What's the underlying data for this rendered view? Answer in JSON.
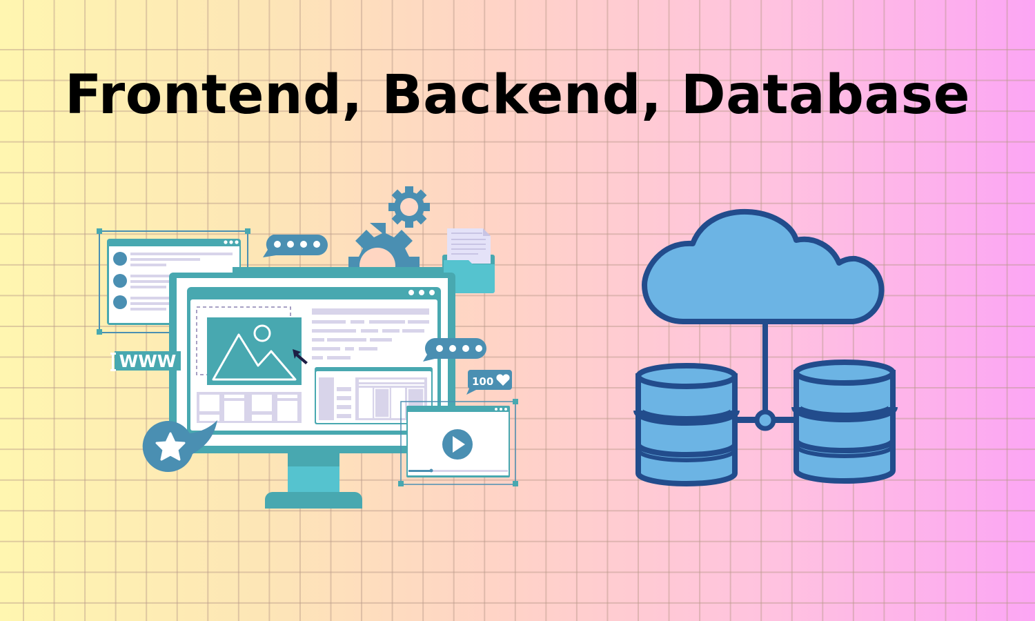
{
  "title": "Frontend, Backend, Database",
  "colors": {
    "gradient": [
      "#fff6b0",
      "#fde6b6",
      "#ffd2c8",
      "#ffc2e0",
      "#fca6f4"
    ],
    "grid_line": "#c9a9a0",
    "teal": "#48a8b0",
    "teal_light": "#55c3cf",
    "steel_blue": "#4a8fb2",
    "lavender": "#d8d4ea",
    "navy": "#224c8c",
    "sky": "#6cb4e4",
    "cursor": "#1e1e44"
  },
  "illustration": {
    "frontend": {
      "url_badge": "WWW",
      "likes_badge": "100",
      "icons": [
        "monitor",
        "browser-window",
        "image-placeholder",
        "gear",
        "folder-document",
        "chat-bubble",
        "star-bubble",
        "heart-badge",
        "video-player",
        "mouse-cursor"
      ]
    },
    "database": {
      "icons": [
        "cloud",
        "database-cylinder-left",
        "database-cylinder-right",
        "connector-node"
      ]
    }
  }
}
